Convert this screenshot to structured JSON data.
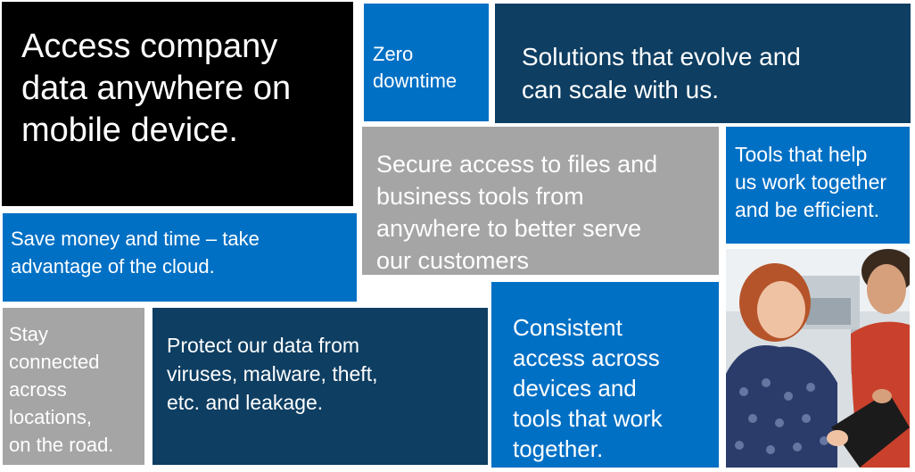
{
  "tiles": {
    "access": "Access company\ndata anywhere on\nmobile device.",
    "zero_downtime": "Zero\ndowntime",
    "solutions": "Solutions that evolve and\ncan scale with us.",
    "secure": "Secure access to files and\nbusiness tools from\nanywhere to better serve\nour customers",
    "tools": "Tools that help\nus work together\nand be efficient.",
    "save": "Save money and time – take\nadvantage of the cloud.",
    "stay": "Stay\nconnected\nacross\nlocations,\non the road.",
    "protect": "Protect our data from\nviruses, malware, theft,\netc. and leakage.",
    "consistent": "Consistent\naccess  across\ndevices and\ntools that work\ntogether."
  },
  "colors": {
    "black": "#000000",
    "blue": "#0070c5",
    "navy": "#0e3e62",
    "gray": "#a5a5a5"
  }
}
